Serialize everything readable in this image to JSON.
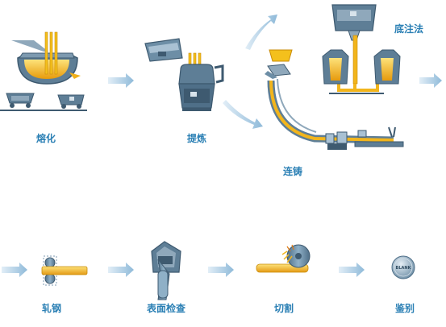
{
  "steps": [
    {
      "label": "熔化"
    },
    {
      "label": "提炼"
    },
    {
      "label": "连铸"
    },
    {
      "label": "底注法"
    },
    {
      "label": "轧钢"
    },
    {
      "label": "表面检查"
    },
    {
      "label": "切割"
    },
    {
      "label": "鉴别"
    }
  ],
  "coin_text": "BLANK",
  "colors": {
    "label": "#2a7fb4",
    "arrow": "#a9cbe3",
    "vessel": "#5e7e96",
    "vessel_light": "#a9c1d3",
    "molten": "#f6c21b",
    "molten_dark": "#d98c06"
  }
}
